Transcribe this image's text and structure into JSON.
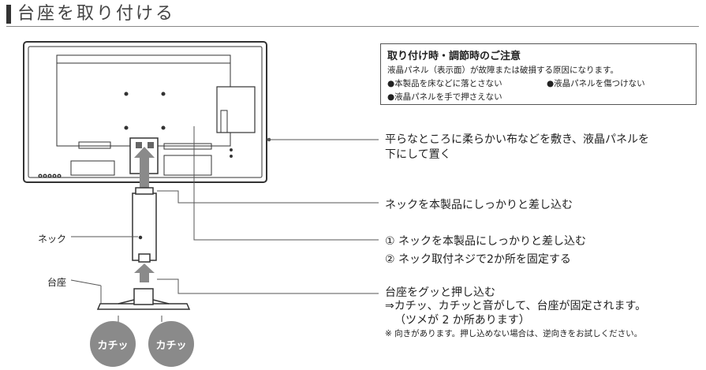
{
  "header": {
    "title": "台座を取り付ける"
  },
  "caution": {
    "heading": "取り付け時・調節時のご注意",
    "line1": "液晶パネル（表示面）が故障または破損する原因になります。",
    "bullet1": "●本製品を床などに落とさない",
    "bullet2": "●液晶パネルを傷つけない",
    "bullet3": "●液晶パネルを手で押さえない"
  },
  "steps": {
    "step1_line1": "平らなところに柔らかい布などを敷き、液晶パネルを",
    "step1_line2": "下にして置く",
    "step2": "ネックを本製品にしっかりと差し込む",
    "step3_line1": "① ネックを本製品にしっかりと差し込む",
    "step3_line2": "② ネック取付ネジで2か所を固定する",
    "step4_line1": "台座をグッと押し込む",
    "step4_line2": "⇒カチッ、カチッと音がして、台座が固定されます。",
    "step4_line3": "（ツメが 2 か所あります）",
    "step4_note": "※ 向きがあります。押し込めない場合は、逆向きをお試しください。"
  },
  "labels": {
    "neck": "ネック",
    "base": "台座",
    "click1": "カチッ",
    "click2": "カチッ"
  },
  "colors": {
    "arrow": "#8a8a8a",
    "line": "#555555",
    "badge": "#8a8a8a"
  }
}
